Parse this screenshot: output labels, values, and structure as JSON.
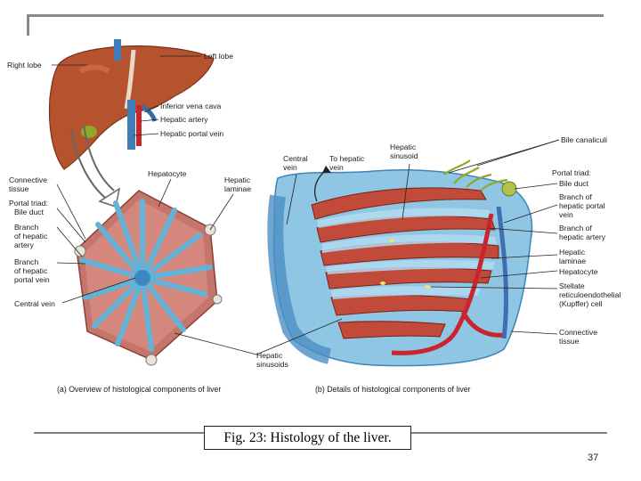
{
  "figure": {
    "labels": {
      "right_lobe": "Right lobe",
      "left_lobe": "Left lobe",
      "inferior_vena_cava": "Inferior vena cava",
      "hepatic_artery": "Hepatic artery",
      "hepatic_portal_vein": "Hepatic portal vein",
      "connective_tissue_1": "Connective",
      "connective_tissue_2": "tissue",
      "portal_triad_a1": "Portal triad:",
      "bile_duct_a": "Bile duct",
      "branch_artery_a1": "Branch",
      "branch_artery_a2": "of hepatic",
      "branch_artery_a3": "artery",
      "branch_vein_a1": "Branch",
      "branch_vein_a2": "of hepatic",
      "branch_vein_a3": "portal vein",
      "central_vein_a": "Central vein",
      "hepatocyte_a": "Hepatocyte",
      "hepatic_laminae_a1": "Hepatic",
      "hepatic_laminae_a2": "laminae",
      "hepatic_sinusoids_1": "Hepatic",
      "hepatic_sinusoids_2": "sinusoids",
      "central_vein_b1": "Central",
      "central_vein_b2": "vein",
      "to_hepatic_vein_1": "To hepatic",
      "to_hepatic_vein_2": "vein",
      "hepatic_sinusoid_b1": "Hepatic",
      "hepatic_sinusoid_b2": "sinusoid",
      "bile_canaliculi": "Bile canaliculi",
      "portal_triad_b": "Portal triad:",
      "bile_duct_b": "Bile duct",
      "branch_vein_b1": "Branch of",
      "branch_vein_b2": "hepatic portal",
      "branch_vein_b3": "vein",
      "branch_artery_b1": "Branch of",
      "branch_artery_b2": "hepatic artery",
      "hepatic_laminae_b1": "Hepatic",
      "hepatic_laminae_b2": "laminae",
      "hepatocyte_b": "Hepatocyte",
      "stellate_1": "Stellate",
      "stellate_2": "reticuloendothelial",
      "stellate_3": "(Kupffer) cell",
      "connective_b1": "Connective",
      "connective_b2": "tissue"
    },
    "captions": {
      "a": "(a) Overview of histological components of liver",
      "b": "(b) Details of histological components of liver"
    }
  },
  "caption": "Fig. 23: Histology of the liver.",
  "page_number": "37",
  "colors": {
    "liver": "#b5532e",
    "hepatocyte": "#c14a3b",
    "sinusoid": "#6fb6d8",
    "vein_blue": "#4c8fc4",
    "artery_red": "#c8262c",
    "bile_green": "#8fa82a"
  }
}
